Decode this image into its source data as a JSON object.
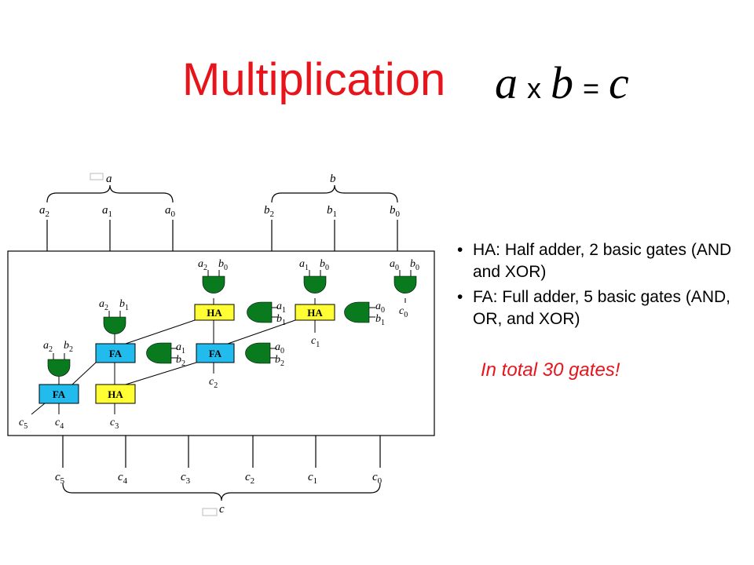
{
  "title": "Multiplication",
  "equation": {
    "a": "a",
    "times": "x",
    "b": "b",
    "equals": "=",
    "c": "c"
  },
  "notes": [
    "HA: Half adder, 2 basic gates (AND and XOR)",
    "FA: Full adder, 5 basic gates (AND, OR, and XOR)"
  ],
  "total": "In total 30 gates!",
  "diagram": {
    "input_group_a": "a",
    "input_group_b": "b",
    "output_group": "c",
    "inputs_a": [
      {
        "v": "a",
        "s": "2"
      },
      {
        "v": "a",
        "s": "1"
      },
      {
        "v": "a",
        "s": "0"
      }
    ],
    "inputs_b": [
      {
        "v": "b",
        "s": "2"
      },
      {
        "v": "b",
        "s": "1"
      },
      {
        "v": "b",
        "s": "0"
      }
    ],
    "outputs": [
      {
        "v": "c",
        "s": "5"
      },
      {
        "v": "c",
        "s": "4"
      },
      {
        "v": "c",
        "s": "3"
      },
      {
        "v": "c",
        "s": "2"
      },
      {
        "v": "c",
        "s": "1"
      },
      {
        "v": "c",
        "s": "0"
      }
    ],
    "gate_labels": [
      {
        "a": {
          "v": "a",
          "s": "2"
        },
        "b": {
          "v": "b",
          "s": "0"
        }
      },
      {
        "a": {
          "v": "a",
          "s": "1"
        },
        "b": {
          "v": "b",
          "s": "0"
        }
      },
      {
        "a": {
          "v": "a",
          "s": "0"
        },
        "b": {
          "v": "b",
          "s": "0"
        }
      },
      {
        "a": {
          "v": "a",
          "s": "2"
        },
        "b": {
          "v": "b",
          "s": "1"
        }
      },
      {
        "a": {
          "v": "a",
          "s": "2"
        },
        "b": {
          "v": "b",
          "s": "2"
        }
      }
    ],
    "side_gate_labels": [
      {
        "a": {
          "v": "a",
          "s": "1"
        },
        "b": {
          "v": "b",
          "s": "1"
        }
      },
      {
        "a": {
          "v": "a",
          "s": "0"
        },
        "b": {
          "v": "b",
          "s": "1"
        }
      },
      {
        "a": {
          "v": "a",
          "s": "1"
        },
        "b": {
          "v": "b",
          "s": "2"
        }
      },
      {
        "a": {
          "v": "a",
          "s": "0"
        },
        "b": {
          "v": "b",
          "s": "2"
        }
      }
    ],
    "internal_outputs": [
      {
        "v": "c",
        "s": "0"
      },
      {
        "v": "c",
        "s": "1"
      },
      {
        "v": "c",
        "s": "2"
      },
      {
        "v": "c",
        "s": "5"
      },
      {
        "v": "c",
        "s": "4"
      },
      {
        "v": "c",
        "s": "3"
      }
    ],
    "adders": {
      "ha": "HA",
      "fa": "FA"
    },
    "colors": {
      "gate": "#0a7a1e",
      "ha": "#ffff33",
      "fa": "#22bbee",
      "title": "#e8141b"
    }
  }
}
